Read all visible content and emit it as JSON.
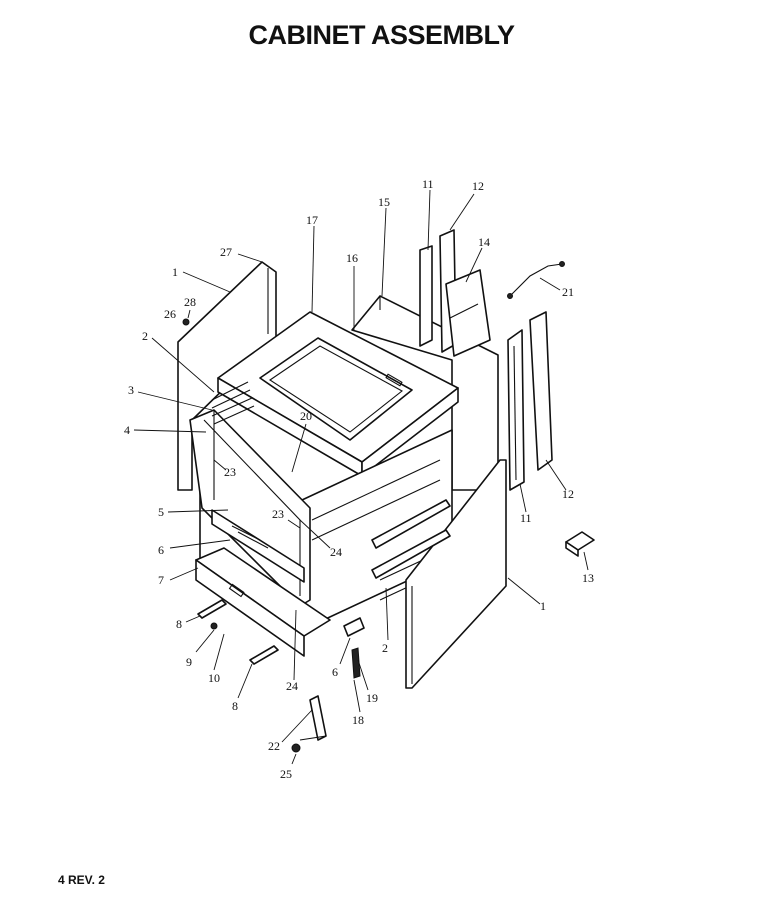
{
  "title": "CABINET ASSEMBLY",
  "footer": "4 REV. 2",
  "callouts": [
    {
      "id": "c27",
      "label": "27"
    },
    {
      "id": "c1a",
      "label": "1"
    },
    {
      "id": "c28",
      "label": "28"
    },
    {
      "id": "c26",
      "label": "26"
    },
    {
      "id": "c2a",
      "label": "2"
    },
    {
      "id": "c3",
      "label": "3"
    },
    {
      "id": "c4",
      "label": "4"
    },
    {
      "id": "c23a",
      "label": "23"
    },
    {
      "id": "c5",
      "label": "5"
    },
    {
      "id": "c6a",
      "label": "6"
    },
    {
      "id": "c7",
      "label": "7"
    },
    {
      "id": "c8a",
      "label": "8"
    },
    {
      "id": "c9",
      "label": "9"
    },
    {
      "id": "c10",
      "label": "10"
    },
    {
      "id": "c8b",
      "label": "8"
    },
    {
      "id": "c17",
      "label": "17"
    },
    {
      "id": "c16",
      "label": "16"
    },
    {
      "id": "c15",
      "label": "15"
    },
    {
      "id": "c11a",
      "label": "11"
    },
    {
      "id": "c12a",
      "label": "12"
    },
    {
      "id": "c14",
      "label": "14"
    },
    {
      "id": "c21",
      "label": "21"
    },
    {
      "id": "c20",
      "label": "20"
    },
    {
      "id": "c23b",
      "label": "23"
    },
    {
      "id": "c24a",
      "label": "24"
    },
    {
      "id": "c11b",
      "label": "11"
    },
    {
      "id": "c12b",
      "label": "12"
    },
    {
      "id": "c13",
      "label": "13"
    },
    {
      "id": "c1b",
      "label": "1"
    },
    {
      "id": "c2b",
      "label": "2"
    },
    {
      "id": "c6b",
      "label": "6"
    },
    {
      "id": "c19",
      "label": "19"
    },
    {
      "id": "c18",
      "label": "18"
    },
    {
      "id": "c24b",
      "label": "24"
    },
    {
      "id": "c22",
      "label": "22"
    },
    {
      "id": "c25",
      "label": "25"
    }
  ]
}
